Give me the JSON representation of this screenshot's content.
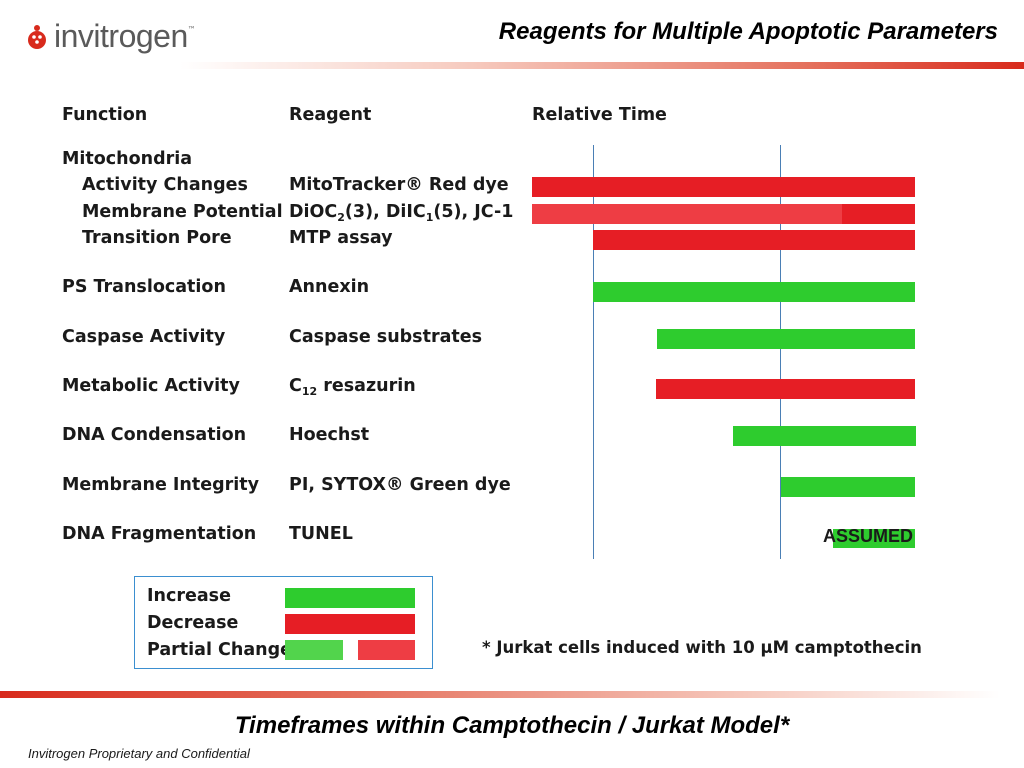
{
  "logo": {
    "text": "invitrogen",
    "tm": "™"
  },
  "title": "Reagents for Multiple Apoptotic Parameters",
  "headers": {
    "function": "Function",
    "reagent": "Reagent",
    "time": "Relative Time"
  },
  "rows": [
    {
      "function": "Mitochondria"
    },
    {
      "function": "Activity Changes",
      "reagent": "MitoTracker® Red dye",
      "change": "Decrease",
      "start": 0.0,
      "end": 1.0
    },
    {
      "function": "Membrane Potential",
      "reagent_parts": [
        "DiOC",
        "2",
        "(3), DiIC",
        "1",
        "(5), JC-1"
      ],
      "change": "Partial Change / Decrease",
      "start": 0.0,
      "end": 1.0,
      "partial_until": 0.8
    },
    {
      "function": "Transition Pore",
      "reagent": "MTP assay",
      "change": "Decrease",
      "start": 0.16,
      "end": 1.0
    },
    {
      "function": "PS Translocation",
      "reagent": "Annexin",
      "change": "Increase",
      "start": 0.16,
      "end": 1.0
    },
    {
      "function": "Caspase Activity",
      "reagent": "Caspase substrates",
      "change": "Increase",
      "start": 0.35,
      "end": 1.0
    },
    {
      "function": "Metabolic Activity",
      "reagent_parts": [
        "C",
        "12",
        " resazurin"
      ],
      "change": "Decrease",
      "start": 0.35,
      "end": 1.0
    },
    {
      "function": "DNA Condensation",
      "reagent": "Hoechst",
      "change": "Increase",
      "start": 0.53,
      "end": 1.0
    },
    {
      "function": "Membrane Integrity",
      "reagent": "PI, SYTOX® Green dye",
      "change": "Increase",
      "start": 0.65,
      "end": 1.0
    },
    {
      "function": "DNA Fragmentation",
      "reagent": "TUNEL",
      "change": "Increase",
      "start": 0.8,
      "end": 1.0,
      "label": "ASSUMED"
    }
  ],
  "legend": {
    "increase": "Increase",
    "decrease": "Decrease",
    "partial": "Partial Change"
  },
  "footnote": "* Jurkat cells induced with 10 μM camptothecin",
  "caption": "Timeframes within Camptothecin / Jurkat Model*",
  "confidential": "Invitrogen Proprietary and Confidential",
  "colors": {
    "increase": "#2ecc2e",
    "decrease": "#e61e25",
    "accent_rule": "#d82a1c",
    "grid_line": "#4a7fb5"
  }
}
